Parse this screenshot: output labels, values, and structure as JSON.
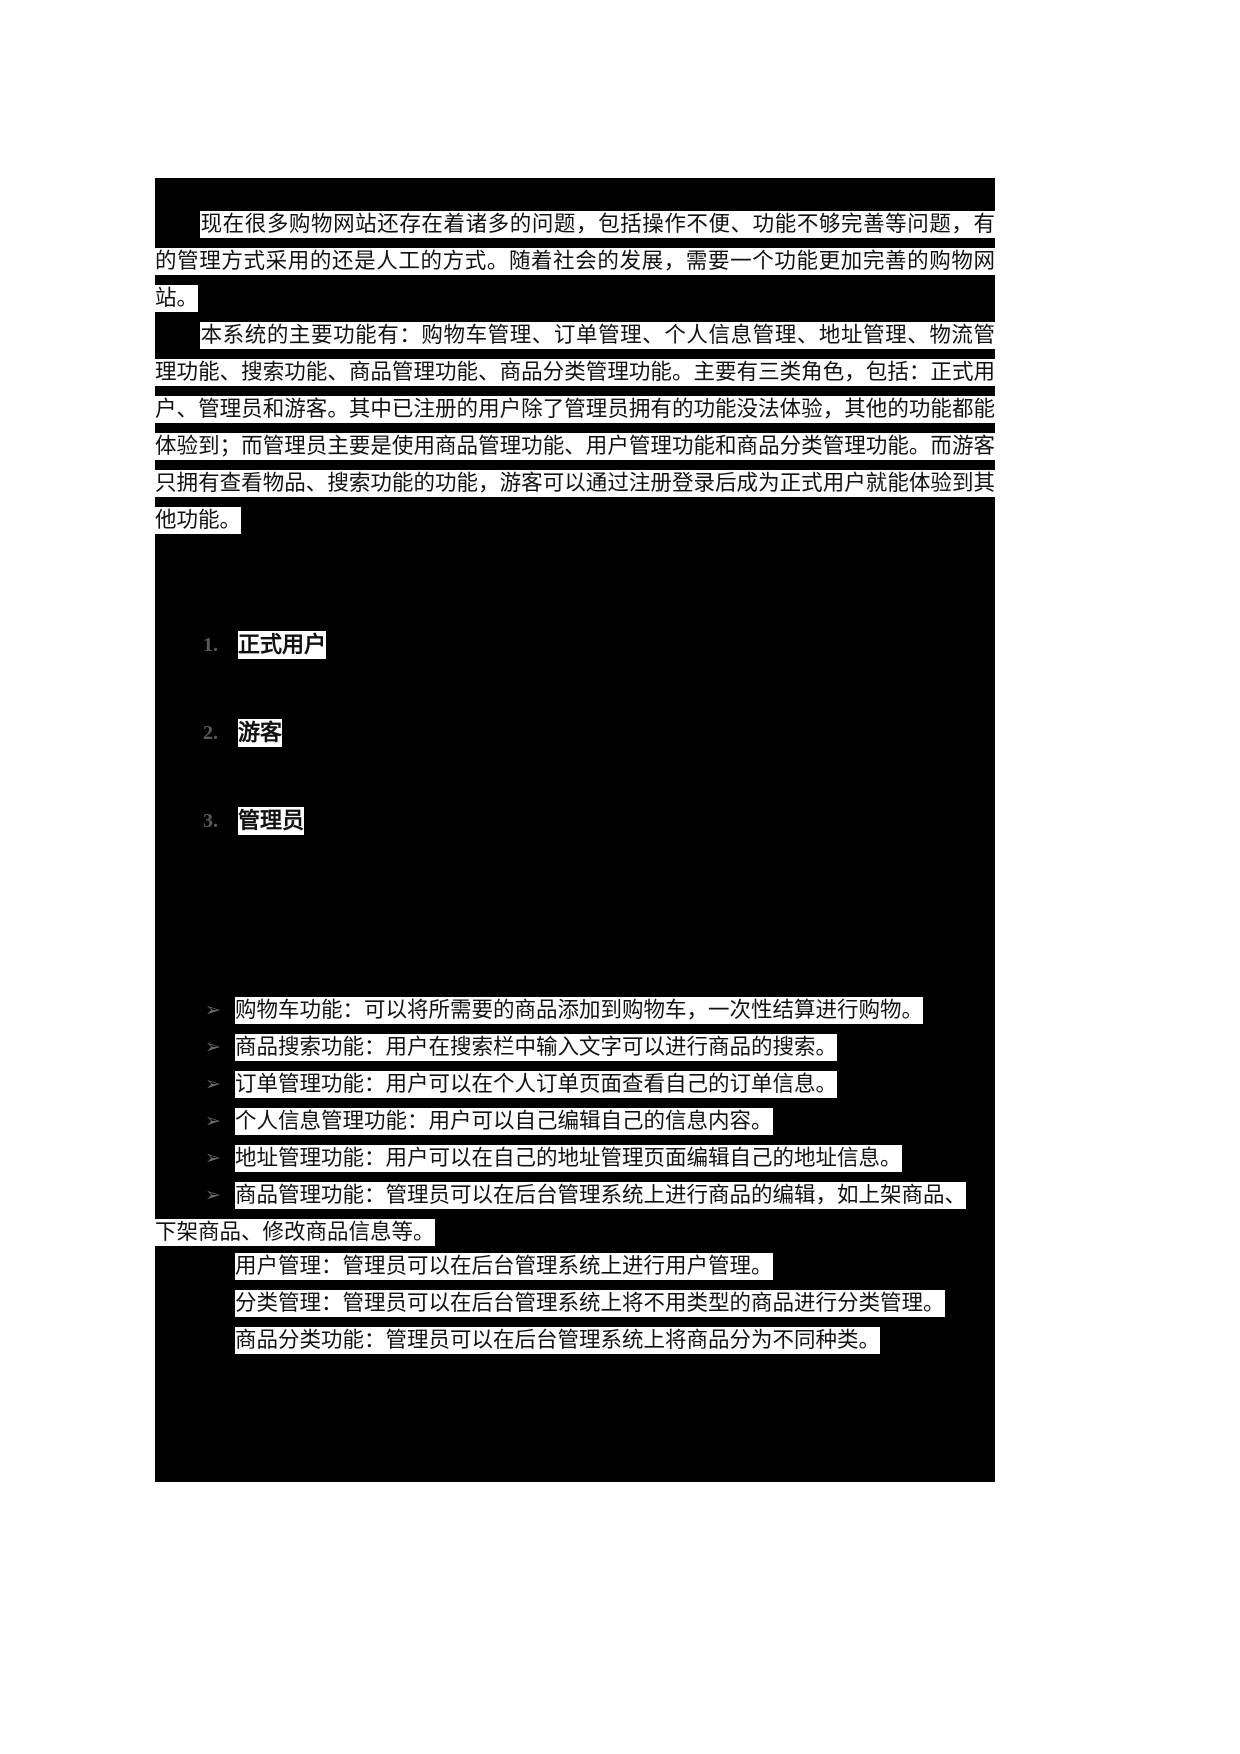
{
  "document": {
    "page_background": "#ffffff",
    "content_background": "#000000",
    "text_color": "#ffffff",
    "highlight_background": "#ffffff",
    "highlight_text_color": "#111111",
    "marker_color": "#5c5c5c"
  },
  "body": {
    "paragraphs": [
      {
        "id": "p1",
        "indent": true,
        "text": "现在很多购物网站还存在着诸多的问题，包括操作不便、功能不够完善等问题，有的管理方式采用的还是人工的方式。随着社会的发展，需要一个功能更加完善的购物网站。"
      },
      {
        "id": "p2",
        "indent": true,
        "text": "本系统的主要功能有：购物车管理、订单管理、个人信息管理、地址管理、物流管理功能、搜索功能、商品管理功能、商品分类管理功能。主要有三类角色，包括：正式用户、管理员和游客。其中已注册的用户除了管理员拥有的功能没法体验，其他的功能都能体验到；而管理员主要是使用商品管理功能、用户管理功能和商品分类管理功能。而游客只拥有查看物品、搜索功能的功能，游客可以通过注册登录后成为正式用户就能体验到其他功能。"
      }
    ]
  },
  "numbered_list": {
    "items": [
      {
        "marker": "1.",
        "label": "正式用户"
      },
      {
        "marker": "2.",
        "label": "游客"
      },
      {
        "marker": "3.",
        "label": "管理员"
      }
    ]
  },
  "bullet_list": {
    "marker_glyph": "➢",
    "marker_icon": "arrow-bullet-icon",
    "items": [
      {
        "text": "购物车功能：可以将所需要的商品添加到购物车，一次性结算进行购物。"
      },
      {
        "text": "商品搜索功能：用户在搜索栏中输入文字可以进行商品的搜索。"
      },
      {
        "text": "订单管理功能：用户可以在个人订单页面查看自己的订单信息。"
      },
      {
        "text": "个人信息管理功能：用户可以自己编辑自己的信息内容。"
      },
      {
        "text": "地址管理功能：用户可以在自己的地址管理页面编辑自己的地址信息。"
      },
      {
        "text": "商品管理功能：管理员可以在后台管理系统上进行商品的编辑，如上架商品、",
        "wrapped": "下架商品、修改商品信息等。"
      }
    ]
  },
  "plain_list": {
    "items": [
      {
        "text": "用户管理：管理员可以在后台管理系统上进行用户管理。"
      },
      {
        "text": "分类管理：管理员可以在后台管理系统上将不用类型的商品进行分类管理。"
      },
      {
        "text": "商品分类功能：管理员可以在后台管理系统上将商品分为不同种类。"
      }
    ]
  }
}
